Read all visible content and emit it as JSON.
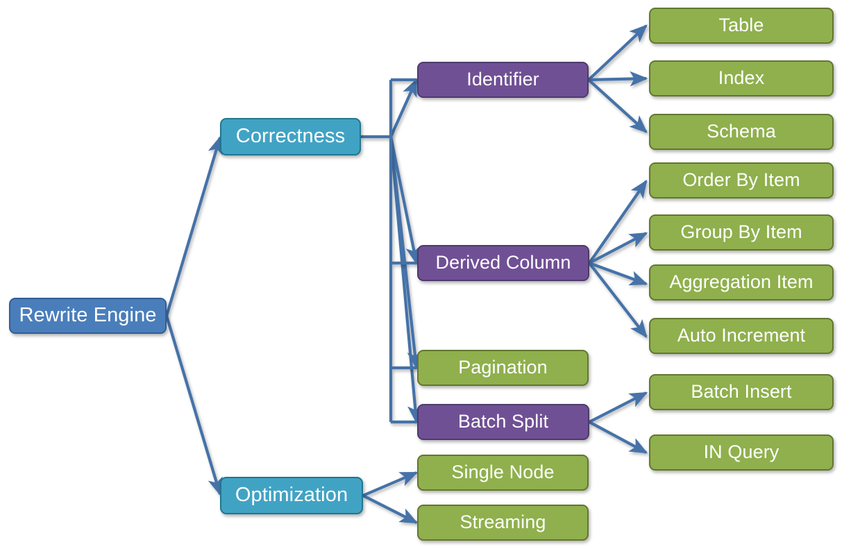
{
  "diagram": {
    "title": "Rewrite Engine",
    "type": "tree-diagram",
    "colors": {
      "root": "#4a7ebb",
      "category": "#41a3c4",
      "middle": "#705095",
      "leaf": "#8fb04d",
      "edge": "#4472a8",
      "background": "#ffffff",
      "text": "#ffffff"
    },
    "nodes": {
      "root": {
        "label": "Rewrite Engine"
      },
      "correctness": {
        "label": "Correctness"
      },
      "optimization": {
        "label": "Optimization"
      },
      "identifier": {
        "label": "Identifier"
      },
      "derived_column": {
        "label": "Derived Column"
      },
      "pagination": {
        "label": "Pagination"
      },
      "batch_split": {
        "label": "Batch Split"
      },
      "table": {
        "label": "Table"
      },
      "index": {
        "label": "Index"
      },
      "schema": {
        "label": "Schema"
      },
      "order_by_item": {
        "label": "Order By Item"
      },
      "group_by_item": {
        "label": "Group By Item"
      },
      "aggregation_item": {
        "label": "Aggregation Item"
      },
      "auto_increment": {
        "label": "Auto Increment"
      },
      "batch_insert": {
        "label": "Batch Insert"
      },
      "in_query": {
        "label": "IN Query"
      },
      "single_node": {
        "label": "Single Node"
      },
      "streaming": {
        "label": "Streaming"
      }
    }
  }
}
